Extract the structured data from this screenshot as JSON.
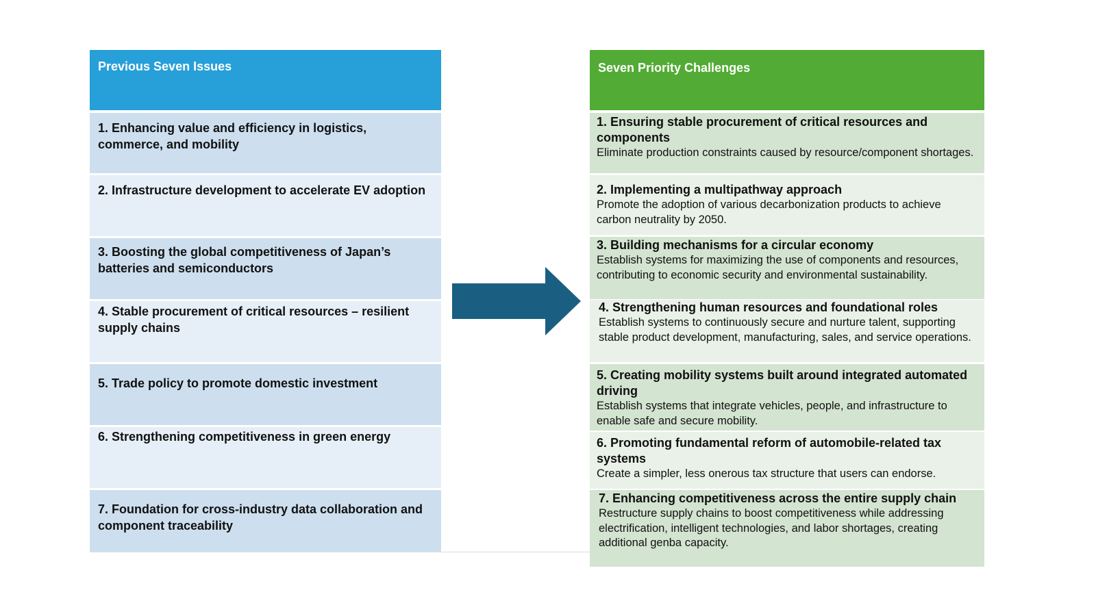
{
  "colors": {
    "left_header": "#279fd8",
    "left_row_a": "#cddfee",
    "left_row_b": "#e6eff7",
    "right_header": "#52ab34",
    "right_row_a": "#d3e4d0",
    "right_row_b": "#e9f1e8",
    "arrow": "#1a5f82"
  },
  "left": {
    "title": "Previous Seven Issues",
    "items": [
      "1. Enhancing value and efficiency in logistics, commerce, and mobility",
      "2. Infrastructure development to accelerate EV adoption",
      "3. Boosting the global competitiveness of Japan’s batteries and semiconductors",
      "4. Stable procurement of critical resources – resilient supply chains",
      "5. Trade policy to promote domestic investment",
      "6. Strengthening competitiveness in green energy",
      "7. Foundation for cross-industry data collaboration and component traceability"
    ]
  },
  "arrow_icon": "right-arrow-icon",
  "right": {
    "title": "Seven Priority Challenges",
    "items": [
      {
        "title": "1.  Ensuring stable procurement of critical resources and components",
        "desc": "Eliminate production constraints caused by resource/component shortages."
      },
      {
        "title": "2. Implementing a multipathway approach",
        "desc": "Promote the adoption of various decarbonization products to achieve carbon neutrality by 2050."
      },
      {
        "title": "3. Building mechanisms for a circular economy",
        "desc": "Establish systems for maximizing the use of components and resources, contributing to economic security and environmental sustainability."
      },
      {
        "title": "4. Strengthening human resources and foundational roles",
        "desc": "Establish systems to continuously secure and nurture talent, supporting stable product development, manufacturing, sales, and service operations."
      },
      {
        "title": "5. Creating mobility systems built around integrated automated driving",
        "desc": "Establish systems that integrate vehicles, people, and infrastructure to enable safe and secure mobility."
      },
      {
        "title": "6. Promoting fundamental reform of automobile-related tax systems",
        "desc": "Create a simpler, less onerous tax structure that users can endorse."
      },
      {
        "title": "7. Enhancing competitiveness across the entire supply chain",
        "desc": "Restructure supply chains to boost competitiveness while addressing electrification, intelligent technologies, and labor shortages, creating additional genba capacity."
      }
    ]
  }
}
